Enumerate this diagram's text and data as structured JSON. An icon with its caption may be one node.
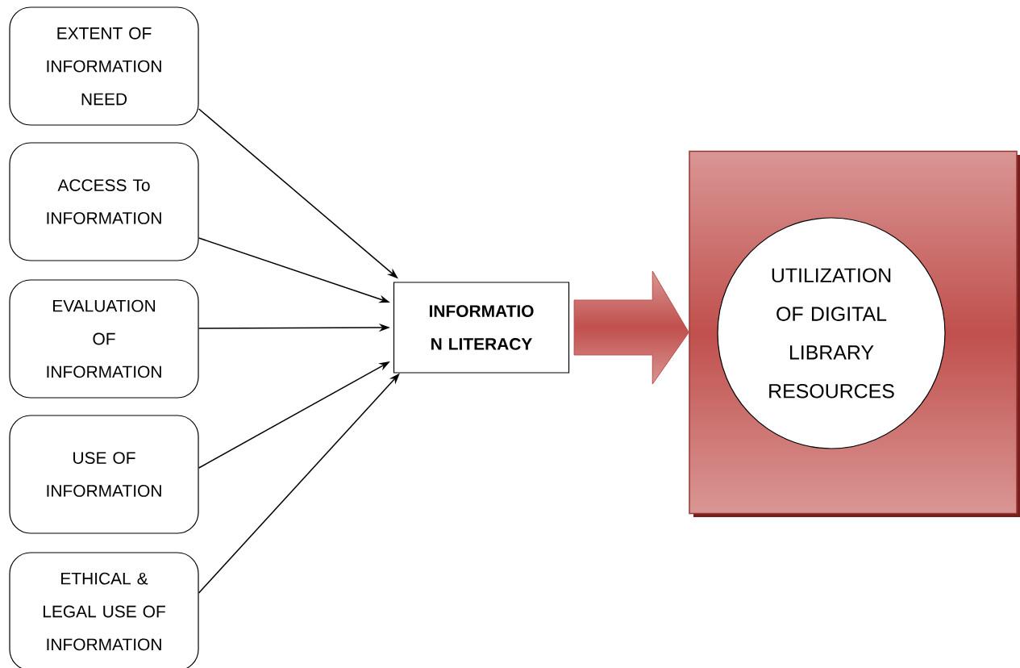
{
  "diagram": {
    "nodes": [
      {
        "text": [
          "EXTENT OF INFORMATION NEED"
        ]
      },
      {
        "text": [
          "ACCESS To INFORMATION"
        ]
      },
      {
        "text": [
          "EVALUATION OF INFORMATION"
        ]
      },
      {
        "text": [
          "USE OF INFORMATION"
        ]
      },
      {
        "text": [
          "ETHICAL & LEGAL USE OF INFORMATION"
        ]
      },
      {
        "text": [
          "INFORMATIO N LITERACY"
        ]
      },
      {
        "text": [],
        "shape": "box"
      },
      {
        "text": [
          "UTILIZATION OF DIGITAL LIBRARY RESOURCES"
        ],
        "in": 6
      }
    ],
    "edges": [
      {
        "from": 0,
        "to": 5,
        "arrow": "to"
      },
      {
        "from": 1,
        "to": 5,
        "arrow": "to"
      },
      {
        "from": 2,
        "to": 5,
        "arrow": "to"
      },
      {
        "from": 3,
        "to": 5,
        "arrow": "to"
      },
      {
        "from": 4,
        "to": 5,
        "arrow": "to"
      },
      {
        "from": 5,
        "to": 6,
        "arrow": "to",
        "style": "thick",
        "color": "#c0504d"
      }
    ]
  }
}
